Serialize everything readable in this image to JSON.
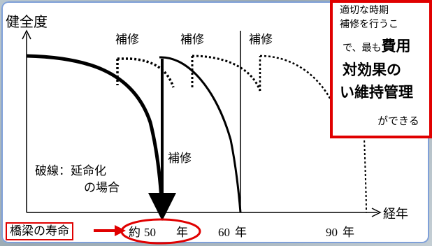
{
  "labels": {
    "y_axis": "健全度",
    "x_axis": "経年",
    "repair_1": "補修",
    "repair_2": "補修",
    "repair_3": "補修",
    "repair_4": "補修",
    "dashed_note_1": "破線：延命化",
    "dashed_note_2": "の場合",
    "bridge_lifespan": "橋梁の寿命",
    "tick_50_prefix": "約",
    "tick_50_num": "50",
    "tick_50_unit": "年",
    "tick_60_num": "60",
    "tick_60_unit": "年",
    "tick_90_num": "90",
    "tick_90_unit": "年"
  },
  "callout": {
    "line1": "適切な時期",
    "line2": "補修を行うこ",
    "line3_prefix": "で、最も",
    "line3_bold": "費用",
    "line4": "対効果の",
    "line5": "い維持管理",
    "line6": "ができる"
  },
  "colors": {
    "accent_red": "#e00000",
    "ink": "#000000",
    "frame_blue": "#7fa0d8"
  }
}
